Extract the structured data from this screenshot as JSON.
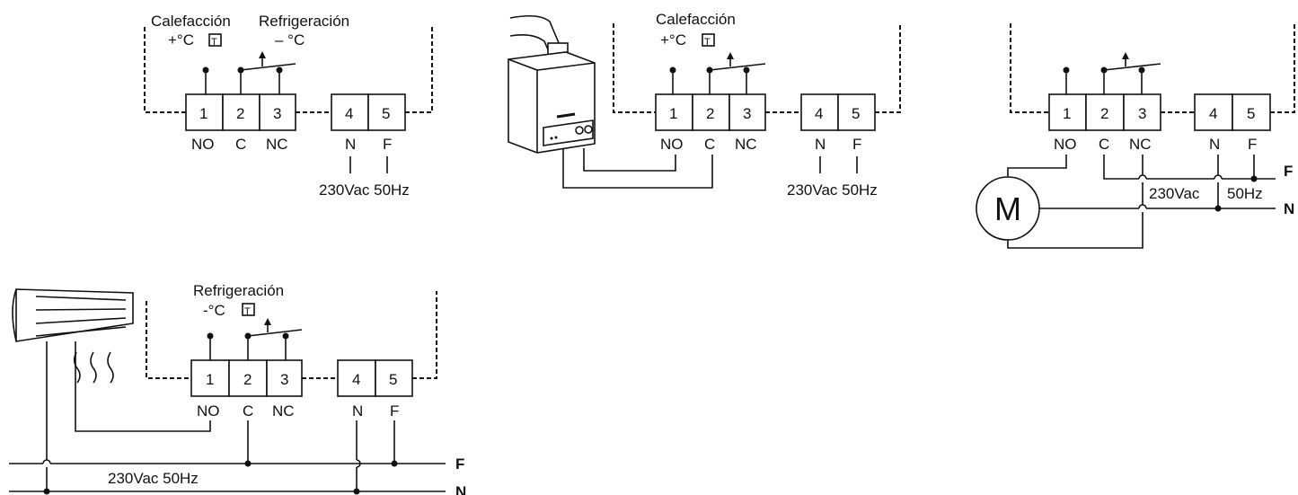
{
  "terminals": [
    "1",
    "2",
    "3",
    "4",
    "5"
  ],
  "terminal_labels": {
    "no": "NO",
    "c": "C",
    "nc": "NC",
    "n": "N",
    "f": "F"
  },
  "power": {
    "v230": "230Vac",
    "hz50": "50Hz",
    "combined": "230Vac 50Hz"
  },
  "modes": {
    "calefaccion": "Calefacción",
    "refrigeracion": "Refrigeración",
    "plus_c": "+°C",
    "minus_c": "– °C",
    "minus_c_short": "-°C",
    "t_symbol": "T"
  },
  "bus": {
    "f": "F",
    "n": "N"
  },
  "motor": "M"
}
